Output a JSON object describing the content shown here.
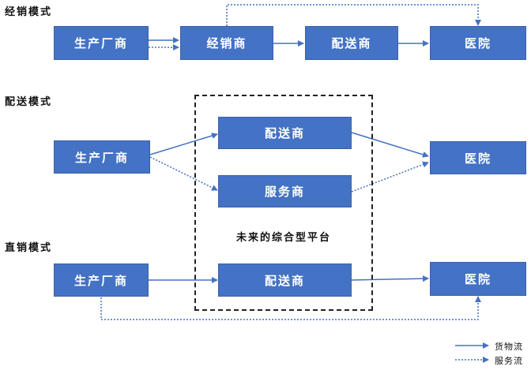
{
  "modes": {
    "distributor": "经销模式",
    "delivery": "配送模式",
    "direct": "直销模式"
  },
  "boxes": {
    "manufacturer": "生产厂商",
    "distributor": "经销商",
    "delivery_company": "配送商",
    "service_company": "服务商",
    "hospital": "医院"
  },
  "platform_label": "未来的综合型平台",
  "legend": {
    "goods_flow": "货物流",
    "service_flow": "服务流"
  },
  "colors": {
    "box_fill": "#4472c4",
    "arrow": "#4472c4"
  }
}
